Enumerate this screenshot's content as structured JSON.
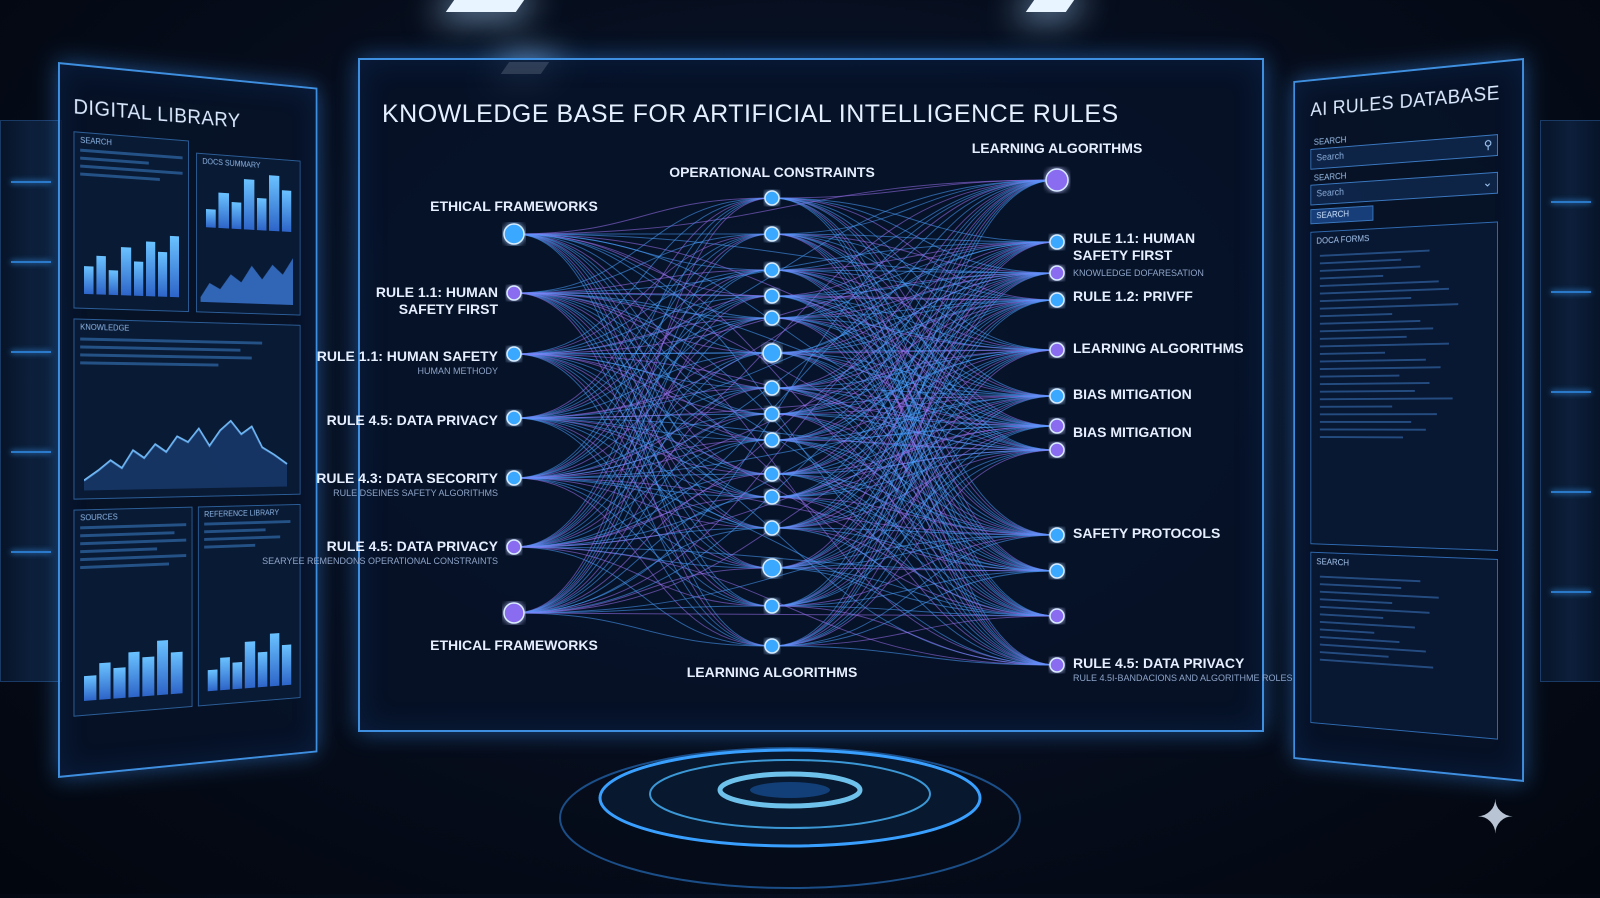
{
  "left_panel": {
    "title": "DIGITAL LIBRARY",
    "widgets": [
      {
        "label": "SEARCH"
      },
      {
        "label": "DOCS SUMMARY"
      },
      {
        "label": "KNOWLEDGE"
      },
      {
        "label": "SOURCES"
      },
      {
        "label": "REFERENCE LIBRARY"
      }
    ]
  },
  "center_panel": {
    "title": "KNOWLEDGE BASE FOR ARTIFICIAL INTELLIGENCE RULES",
    "left_nodes": [
      {
        "label": "ETHICAL FRAMEWORKS",
        "sub": ""
      },
      {
        "label": "RULE 1.1: HUMAN SAFETY FIRST",
        "sub": ""
      },
      {
        "label": "RULE 1.1: HUMAN SAFETY",
        "sub": "HUMAN METHODY"
      },
      {
        "label": "RULE 4.5: DATA PRIVACY",
        "sub": ""
      },
      {
        "label": "RULE 4.3: DATA SECORITY",
        "sub": "RULE DSEINES SAFETY ALGORITHMS"
      },
      {
        "label": "RULE 4.5: DATA PRIVACY",
        "sub": "SEARYEE REMENDONS OPERATIONAL CONSTRAINTS"
      },
      {
        "label": "ETHICAL FRAMEWORKS",
        "sub": ""
      }
    ],
    "center_top_label": "OPERATIONAL CONSTRAINTS",
    "center_bottom_label": "LEARNING ALGORITHMS",
    "right_nodes": [
      {
        "label": "LEARNING ALGORITHMS",
        "sub": ""
      },
      {
        "label": "RULE 1.1: HUMAN SAFETY FIRST",
        "sub": "KNOWLEDGE DOFARESATION"
      },
      {
        "label": "RULE 1.2: PRIVFF",
        "sub": ""
      },
      {
        "label": "LEARNING ALGORITHMS",
        "sub": ""
      },
      {
        "label": "BIAS MITIGATION",
        "sub": ""
      },
      {
        "label": "BIAS MITIGATION",
        "sub": ""
      },
      {
        "label": "SAFETY PROTOCOLS",
        "sub": ""
      },
      {
        "label": "RULE 4.5: DATA PRIVACY",
        "sub": "RULE 4.5I-BANDACIONS AND ALGORITHME ROLES"
      }
    ]
  },
  "right_panel": {
    "title": "AI RULES DATABASE",
    "search1": {
      "label": "SEARCH",
      "placeholder": "Search"
    },
    "search2": {
      "label": "SEARCH",
      "placeholder": "Search"
    },
    "button_label": "SEARCH",
    "code_box_1": {
      "header": "DOCA FORMS"
    },
    "code_box_2": {
      "header": "SEARCH"
    }
  },
  "colors": {
    "accent": "#3f8fe0",
    "node_blue": "#3aa8ff",
    "node_purple": "#8a6cf0",
    "line_blue": "#4aa0ff",
    "line_purple": "#9a72f2"
  },
  "icons": [
    "search-icon",
    "chevron-down-icon",
    "sparkle-icon"
  ]
}
